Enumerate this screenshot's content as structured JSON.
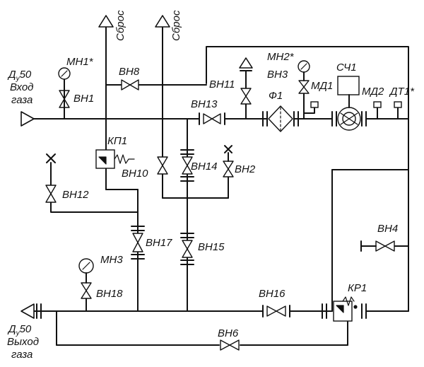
{
  "inlet": {
    "label_main": "Д",
    "label_sub": "у",
    "label_num": "50",
    "line2": "Вход",
    "line3": "газа"
  },
  "outlet": {
    "label_main": "Д",
    "label_sub": "у",
    "label_num": "50",
    "line2": "Выход",
    "line3": "газа"
  },
  "vents": [
    {
      "label": "Сброс"
    },
    {
      "label": "Сброс"
    }
  ],
  "labels": {
    "mn1": "МН1*",
    "vn1": "ВН1",
    "vn8": "ВН8",
    "vn11": "ВН11",
    "mn2": "МН2*",
    "vn3": "ВН3",
    "md1": "МД1",
    "sch1": "СЧ1",
    "md2": "МД2",
    "dt1": "ДТ1*",
    "vn13": "ВН13",
    "f1": "Ф1",
    "kp1": "КП1",
    "vn10": "ВН10",
    "vn14": "ВН14",
    "vn2": "ВН2",
    "vn12": "ВН12",
    "vn4": "ВН4",
    "vn17": "ВН17",
    "mn3": "МН3",
    "vn15": "ВН15",
    "vn18": "ВН18",
    "vn16": "ВН16",
    "kr1": "КР1",
    "vn6": "ВН6"
  },
  "colors": {
    "ink": "#111111",
    "background": "#ffffff"
  }
}
